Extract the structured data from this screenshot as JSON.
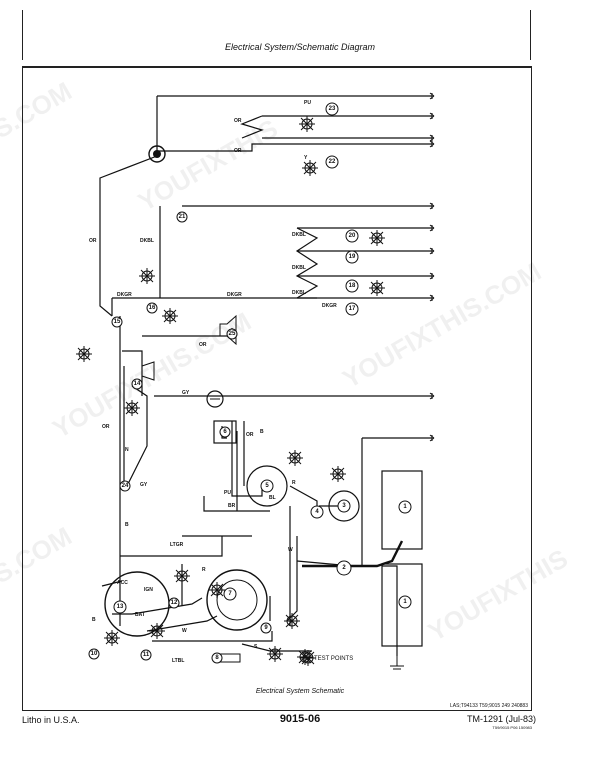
{
  "header": {
    "title": "Electrical System/Schematic Diagram"
  },
  "diagram": {
    "caption": "Electrical System Schematic",
    "ref_code": "LAS;T94133 T59;9015 249 240883",
    "wire_labels": [
      "OR",
      "OR",
      "PU",
      "Y",
      "DKBL",
      "DKBL",
      "DKBL",
      "DKGR",
      "DKGR",
      "DKGR",
      "OR",
      "DKBL",
      "GY",
      "OR",
      "N",
      "GY",
      "B",
      "OR",
      "B",
      "PU",
      "BR",
      "BL",
      "R",
      "LTGR",
      "W",
      "R",
      "B",
      "W",
      "S",
      "LTBL",
      "OR"
    ],
    "component_numbers": [
      "1",
      "1",
      "2",
      "3",
      "4",
      "5",
      "6",
      "7",
      "8",
      "9",
      "10",
      "11",
      "12",
      "13",
      "14",
      "15",
      "16",
      "17",
      "18",
      "19",
      "20",
      "21",
      "22",
      "23",
      "24",
      "25"
    ],
    "terminal_labels": [
      "ACC",
      "IGN",
      "BAT"
    ],
    "legend_text": "TEST POINTS"
  },
  "footer": {
    "left": "Litho in U.S.A.",
    "center": "9015-06",
    "right": "TM-1291 (Jul-83)",
    "right_sub": "T59/9015 P06 150983"
  },
  "watermarks": [
    "S.COM",
    "YOUFIXTHIS",
    "YOUFIXTHIS.COM",
    "S.COM",
    "YOUFIXTHIS.COM",
    "YOUFIXTHIS"
  ]
}
